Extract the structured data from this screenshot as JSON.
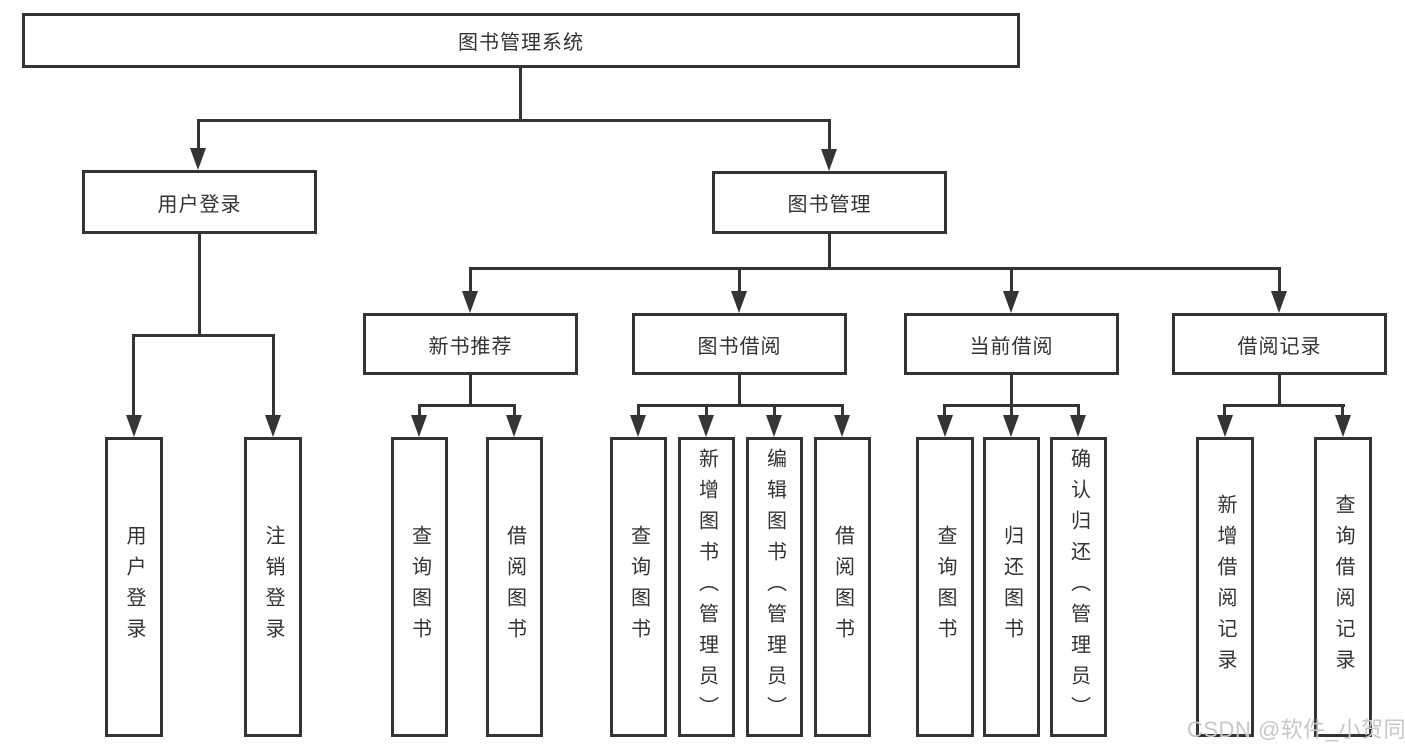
{
  "tree": {
    "root": {
      "label": "图书管理系统"
    },
    "children": [
      {
        "label": "用户登录",
        "children": [
          "用户登录",
          "注销登录"
        ]
      },
      {
        "label": "图书管理",
        "children": [
          {
            "label": "新书推荐",
            "children": [
              "查询图书",
              "借阅图书"
            ]
          },
          {
            "label": "图书借阅",
            "children": [
              "查询图书",
              "新增图书（管理员）",
              "编辑图书（管理员）",
              "借阅图书"
            ]
          },
          {
            "label": "当前借阅",
            "children": [
              "查询图书",
              "归还图书",
              "确认归还（管理员）"
            ]
          },
          {
            "label": "借阅记录",
            "children": [
              "新增借阅记录",
              "查询借阅记录"
            ]
          }
        ]
      }
    ]
  },
  "watermark": "CSDN @软件_小贺同学",
  "colors": {
    "line": "#343434",
    "text": "#333333",
    "watermark": "#c8c8c8",
    "background": "#ffffff"
  }
}
